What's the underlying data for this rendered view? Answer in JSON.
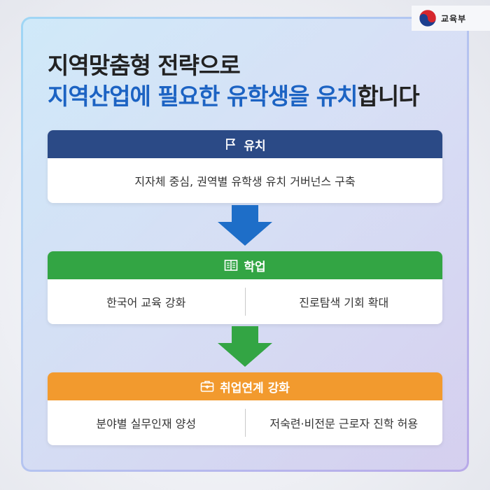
{
  "logo": {
    "org_name": "교육부",
    "icon": "korea-taegeuk-icon"
  },
  "title": {
    "line1": "지역맞춤형 전략으로",
    "line2_highlight": "지역산업에 필요한 유학생을 유치",
    "line2_rest": "합니다"
  },
  "sections": [
    {
      "header": "유치",
      "icon": "flag-icon",
      "color": "#2b4a86",
      "items": [
        "지자체 중심, 권역별 유학생 유치 거버넌스 구축"
      ]
    },
    {
      "header": "학업",
      "icon": "book-icon",
      "color": "#33a544",
      "items": [
        "한국어 교육 강화",
        "진로탐색 기회 확대"
      ]
    },
    {
      "header": "취업연계 강화",
      "icon": "briefcase-icon",
      "color": "#f29a2e",
      "items": [
        "분야별 실무인재 양성",
        "저숙련·비전문 근로자 진학 허용"
      ]
    }
  ],
  "colors": {
    "accent_blue": "#1c63c3",
    "arrow_blue": "#1e6ec8",
    "arrow_green": "#33a544"
  }
}
